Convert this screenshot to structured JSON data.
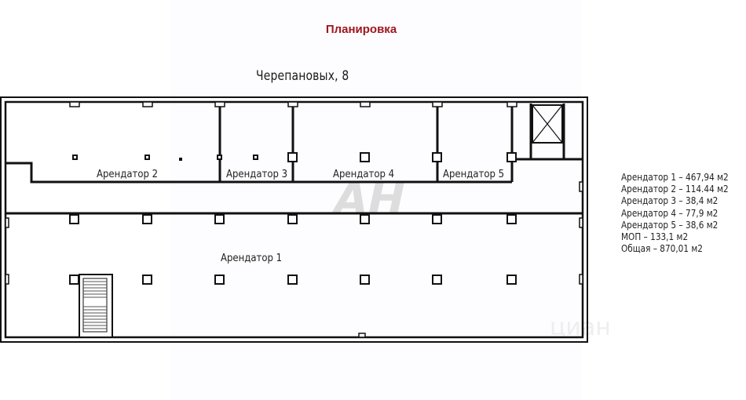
{
  "header": {
    "title": "Планировка",
    "address": "Черепановых, 8"
  },
  "plan": {
    "rooms": [
      {
        "id": "tenant-2",
        "label": "Арендатор 2"
      },
      {
        "id": "tenant-3",
        "label": "Арендатор 3"
      },
      {
        "id": "tenant-4",
        "label": "Арендатор 4"
      },
      {
        "id": "tenant-5",
        "label": "Арендатор 5"
      },
      {
        "id": "tenant-1",
        "label": "Арендатор 1"
      }
    ]
  },
  "legend": {
    "items": [
      {
        "label": "Арендатор 1 – 467,94 м2"
      },
      {
        "label": "Арендатор 2 – 114.44 м2"
      },
      {
        "label": "Арендатор 3 – 38,4 м2"
      },
      {
        "label": "Арендатор 4 – 77,9 м2"
      },
      {
        "label": "Арендатор 5 – 38,6 м2"
      },
      {
        "label": "МОП – 133,1 м2"
      },
      {
        "label": "Общая – 870,01 м2"
      }
    ]
  },
  "watermarks": {
    "center": "AH",
    "corner": "циан"
  },
  "colors": {
    "title": "#a0161d",
    "lines": "#111111"
  }
}
